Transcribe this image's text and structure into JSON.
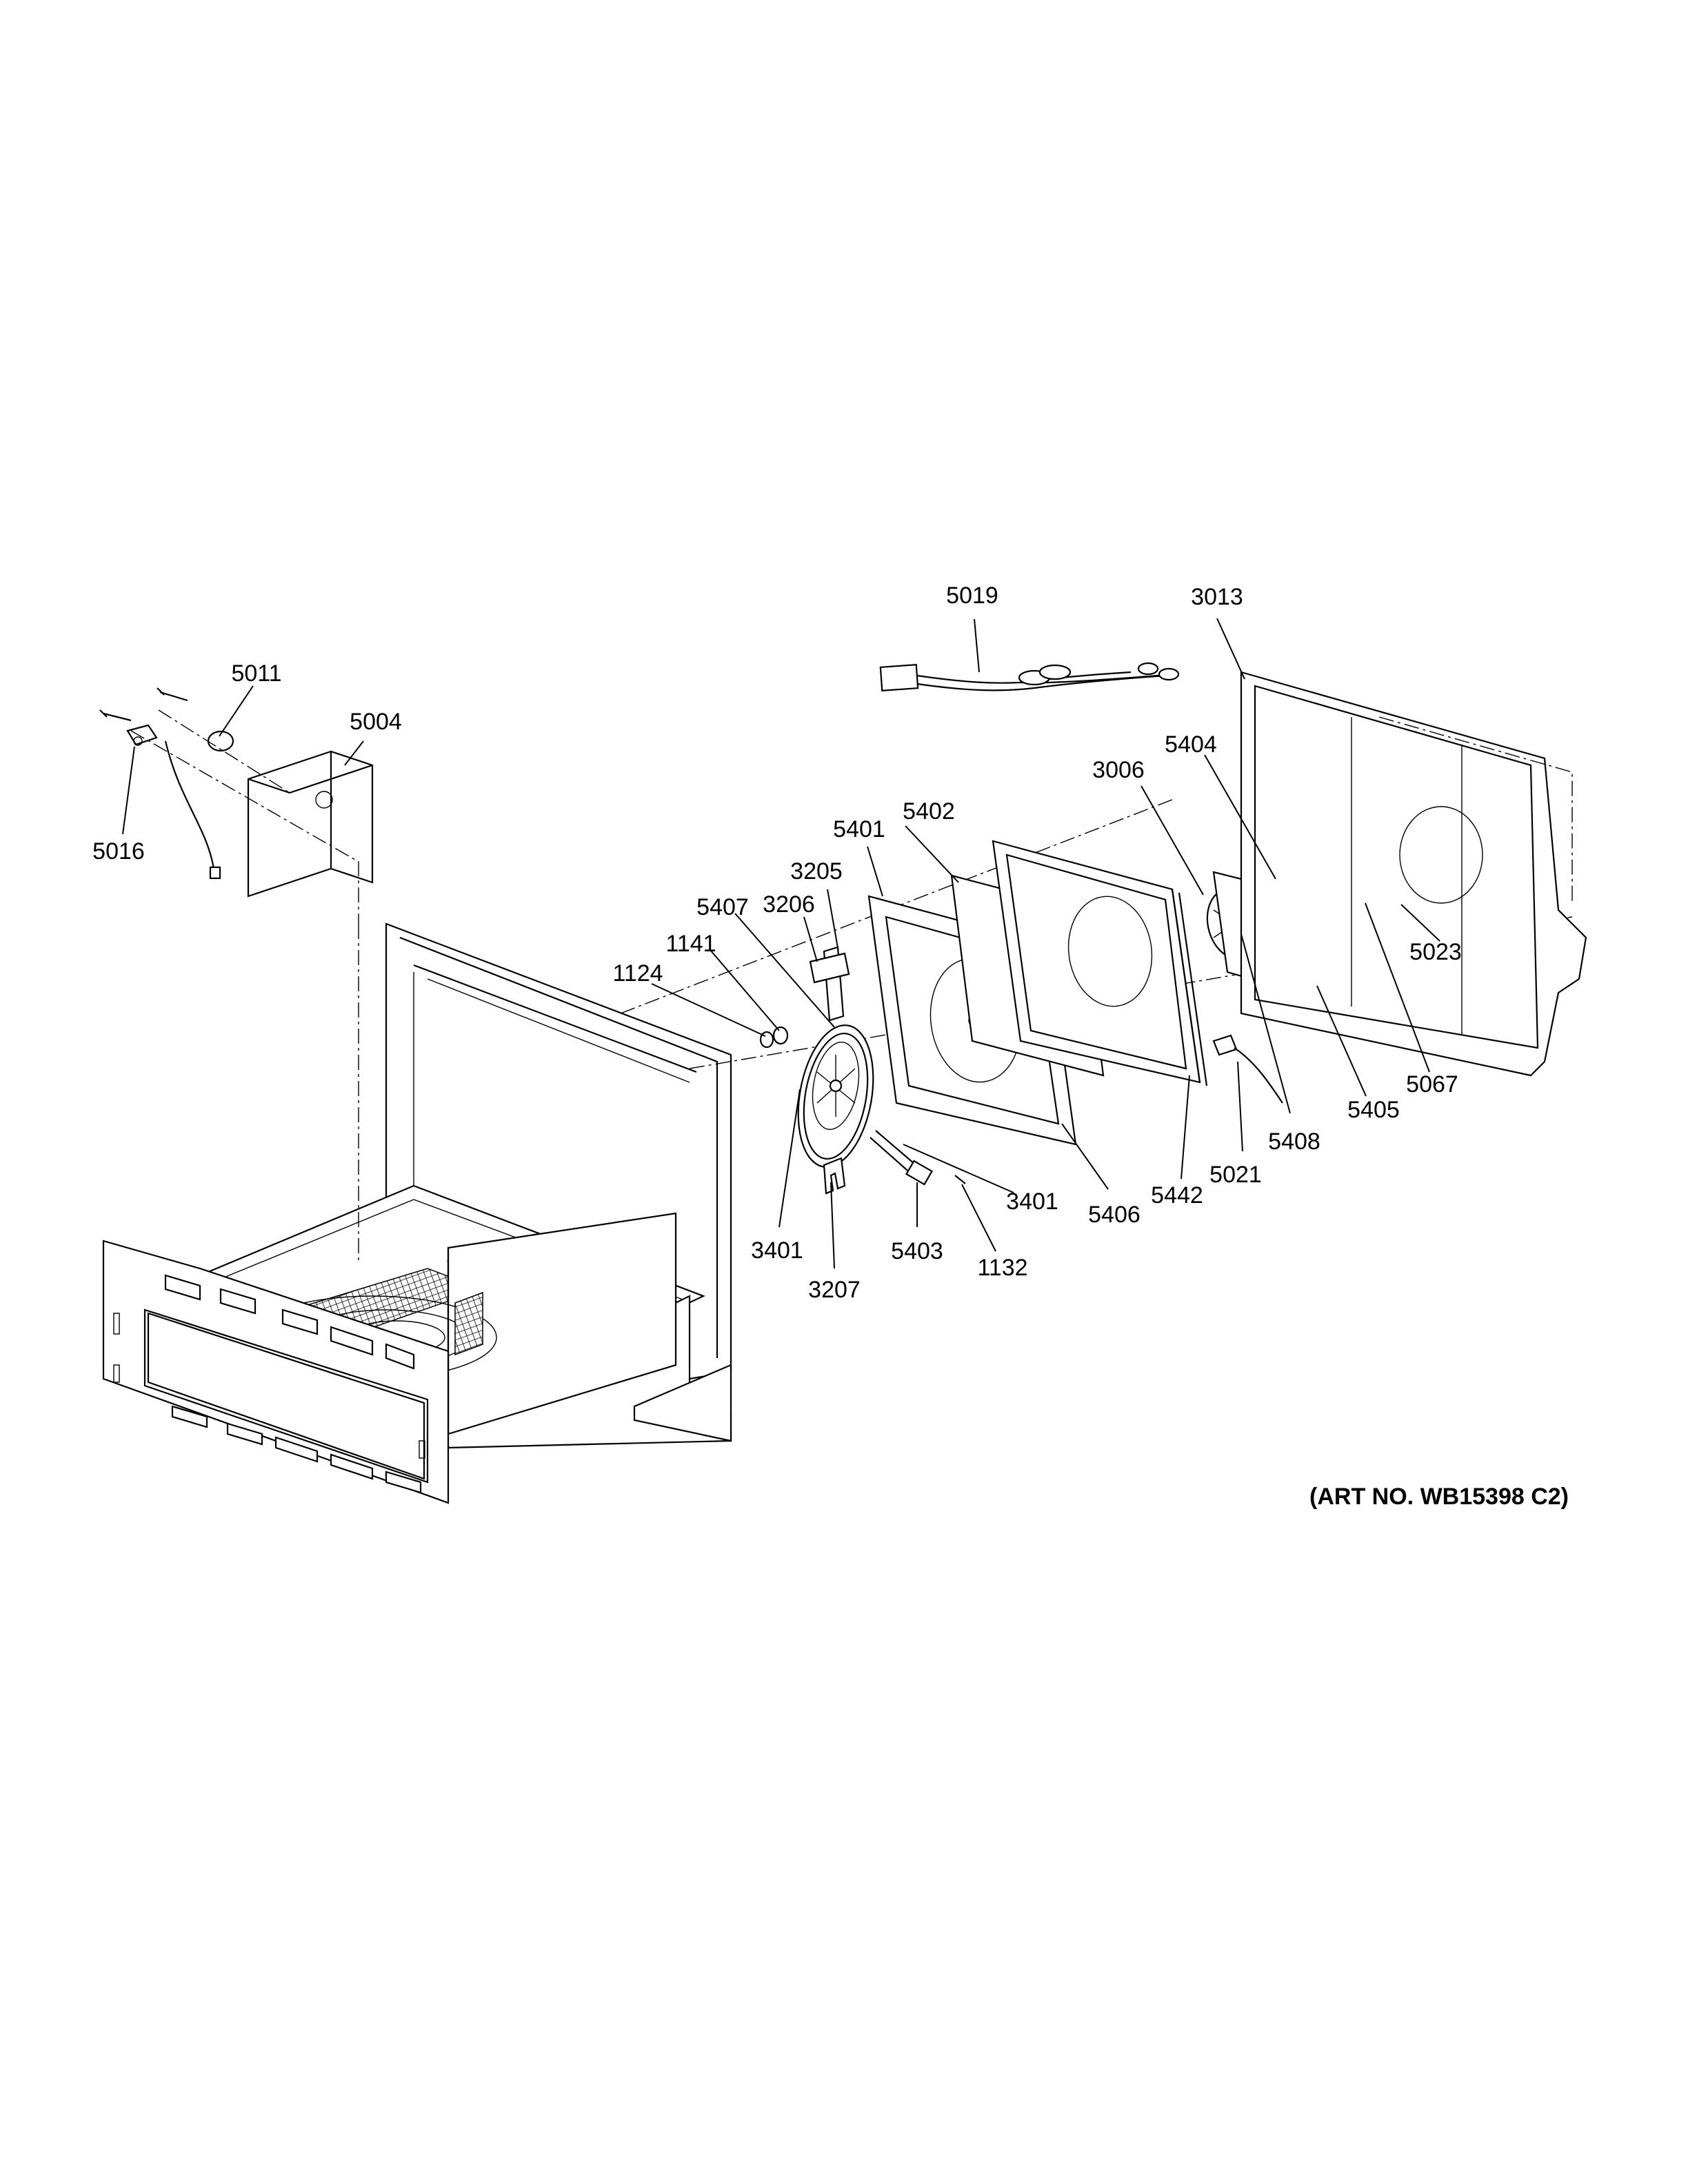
{
  "diagram": {
    "art_number": "(ART NO. WB15398 C2)",
    "callouts": [
      {
        "id": "c5019",
        "label": "5019"
      },
      {
        "id": "c3013",
        "label": "3013"
      },
      {
        "id": "c5011",
        "label": "5011"
      },
      {
        "id": "c5004",
        "label": "5004"
      },
      {
        "id": "c5016",
        "label": "5016"
      },
      {
        "id": "c3006",
        "label": "3006"
      },
      {
        "id": "c5404",
        "label": "5404"
      },
      {
        "id": "c5402",
        "label": "5402"
      },
      {
        "id": "c5401",
        "label": "5401"
      },
      {
        "id": "c3205",
        "label": "3205"
      },
      {
        "id": "c3206",
        "label": "3206"
      },
      {
        "id": "c5407",
        "label": "5407"
      },
      {
        "id": "c1141",
        "label": "1141"
      },
      {
        "id": "c1124",
        "label": "1124"
      },
      {
        "id": "c5023",
        "label": "5023"
      },
      {
        "id": "c5067",
        "label": "5067"
      },
      {
        "id": "c5405",
        "label": "5405"
      },
      {
        "id": "c5408",
        "label": "5408"
      },
      {
        "id": "c5021",
        "label": "5021"
      },
      {
        "id": "c5442",
        "label": "5442"
      },
      {
        "id": "c5406",
        "label": "5406"
      },
      {
        "id": "c3401a",
        "label": "3401"
      },
      {
        "id": "c3401b",
        "label": "3401"
      },
      {
        "id": "c1132",
        "label": "1132"
      },
      {
        "id": "c5403",
        "label": "5403"
      },
      {
        "id": "c3207",
        "label": "3207"
      }
    ]
  }
}
